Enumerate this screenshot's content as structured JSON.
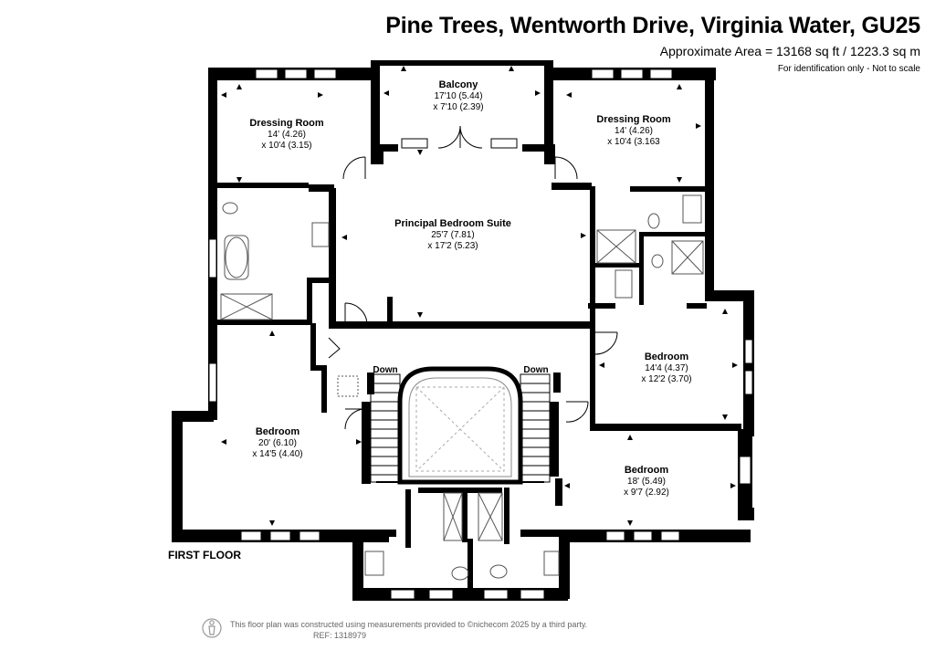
{
  "header": {
    "title": "Pine Trees, Wentworth Drive, Virginia Water, GU25",
    "area": "Approximate Area = 13168 sq ft / 1223.3 sq m",
    "note": "For identification only - Not to scale"
  },
  "floor_label": "FIRST FLOOR",
  "footer": {
    "text": "This floor plan was constructed using measurements provided to ©nichecom 2025 by a third party.",
    "ref": "REF: 1318979"
  },
  "rooms": {
    "balcony": {
      "name": "Balcony",
      "dim1": "17'10 (5.44)",
      "dim2": "x 7'10 (2.39)"
    },
    "dressing_left": {
      "name": "Dressing Room",
      "dim1": "14' (4.26)",
      "dim2": "x 10'4 (3.15)"
    },
    "dressing_right": {
      "name": "Dressing Room",
      "dim1": "14' (4.26)",
      "dim2": "x 10'4 (3.163"
    },
    "principal": {
      "name": "Principal Bedroom Suite",
      "dim1": "25'7 (7.81)",
      "dim2": "x 17'2 (5.23)"
    },
    "bedroom_right_upper": {
      "name": "Bedroom",
      "dim1": "14'4 (4.37)",
      "dim2": "x 12'2 (3.70)"
    },
    "bedroom_left": {
      "name": "Bedroom",
      "dim1": "20' (6.10)",
      "dim2": "x 14'5 (4.40)"
    },
    "bedroom_right_lower": {
      "name": "Bedroom",
      "dim1": "18' (5.49)",
      "dim2": "x 9'7 (2.92)"
    }
  },
  "stairs": {
    "left": "Down",
    "right": "Down"
  },
  "colors": {
    "wall": "#000000",
    "line": "#000000",
    "fixture": "#555555"
  },
  "icons": {
    "logo": "person-outline-icon"
  }
}
